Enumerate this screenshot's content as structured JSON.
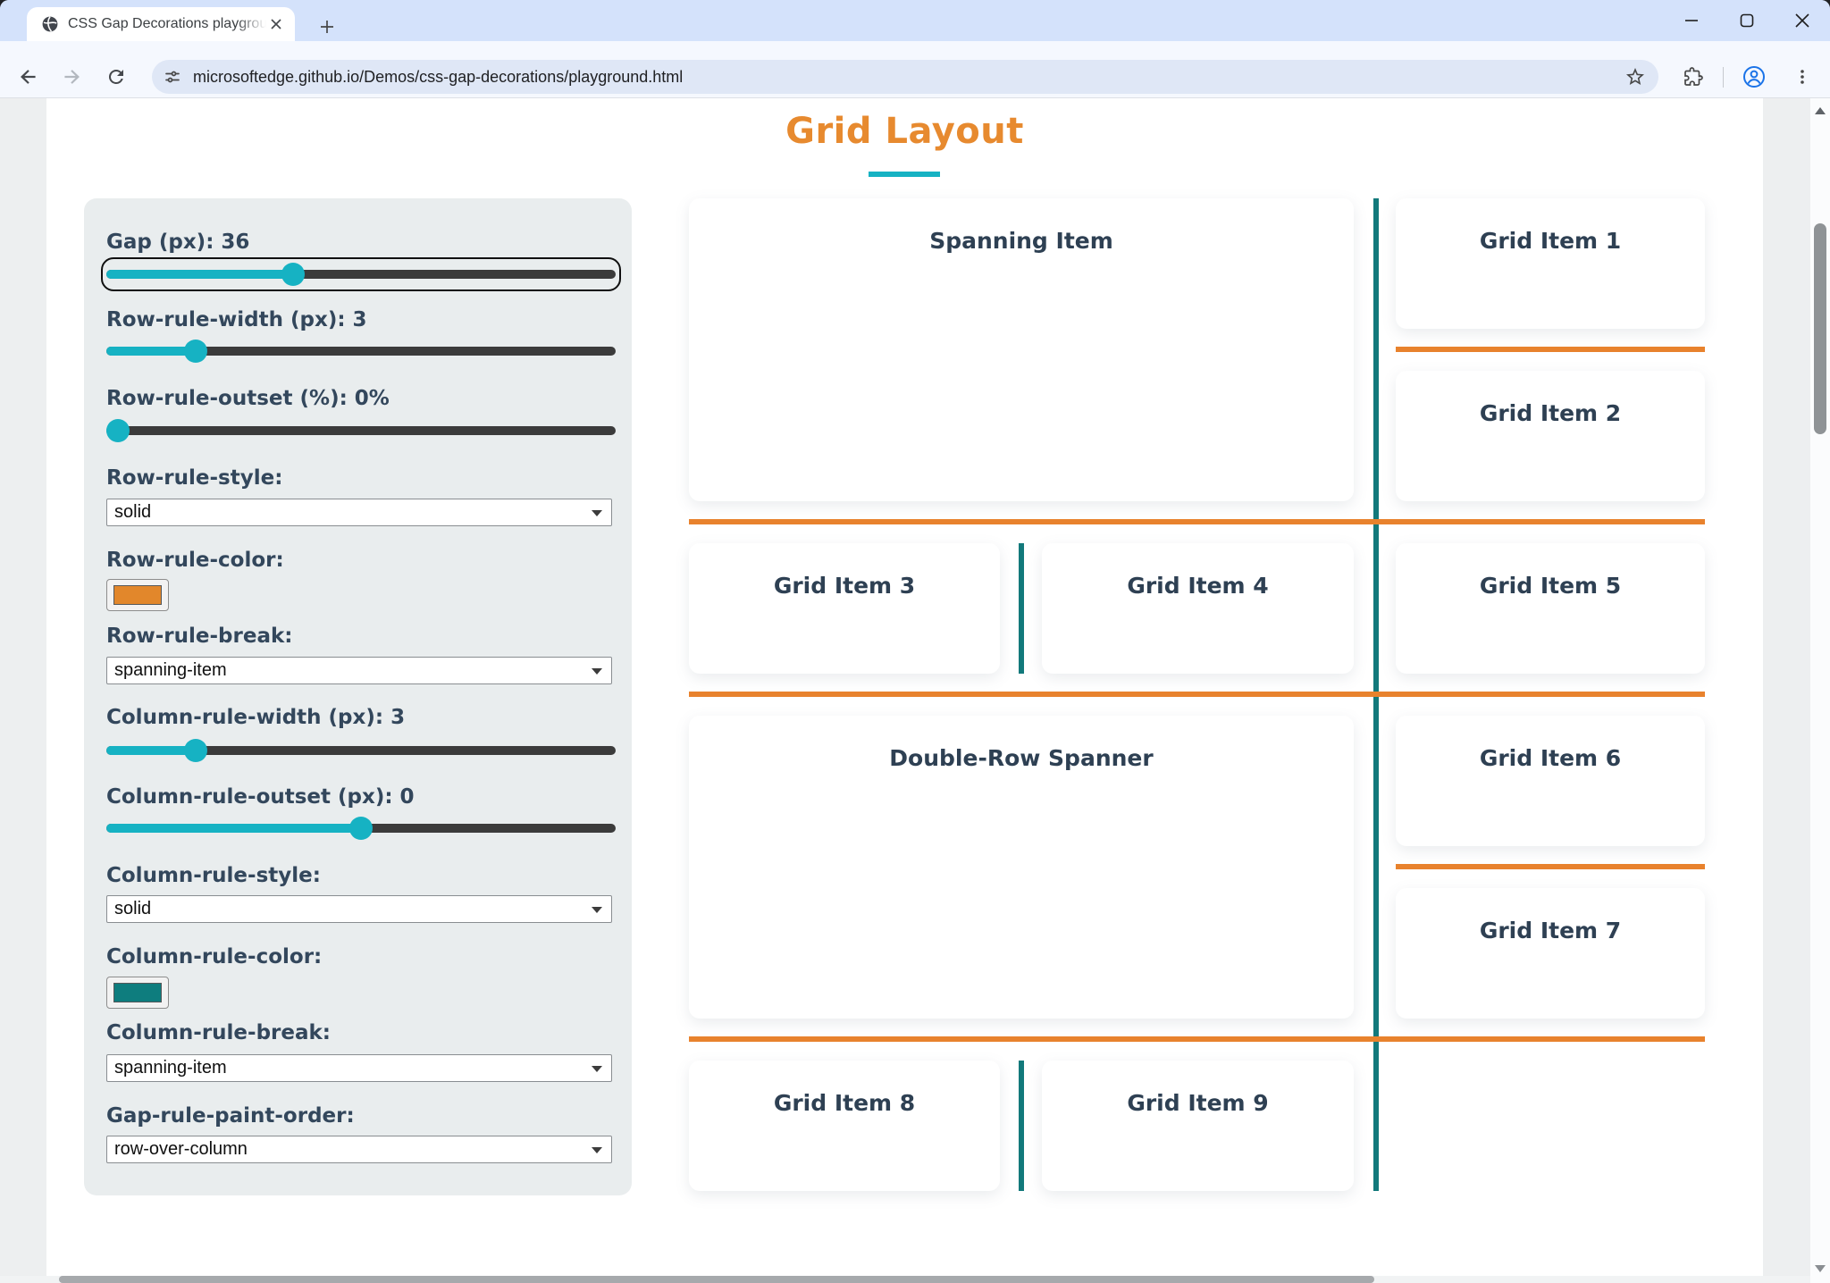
{
  "browser": {
    "tab_title": "CSS Gap Decorations playgroun",
    "url": "microsoftedge.github.io/Demos/css-gap-decorations/playground.html"
  },
  "colors": {
    "accent_orange": "#E78A2F",
    "rule_orange": "#E8822D",
    "rule_teal": "#12797B",
    "slider_teal": "#16B2C3",
    "swatch_orange": "#E2872B",
    "swatch_teal": "#0E7D7E"
  },
  "page": {
    "title": "Grid Layout",
    "controls": {
      "gap": {
        "label": "Gap (px): 36",
        "percent": 36
      },
      "row_rule_width": {
        "label": "Row-rule-width (px): 3",
        "percent": 16
      },
      "row_rule_outset": {
        "label": "Row-rule-outset (%): 0%",
        "percent": 0
      },
      "row_rule_style": {
        "label": "Row-rule-style:",
        "value": "solid"
      },
      "row_rule_color": {
        "label": "Row-rule-color:",
        "value": "#E2872B"
      },
      "row_rule_break": {
        "label": "Row-rule-break:",
        "value": "spanning-item"
      },
      "column_rule_width": {
        "label": "Column-rule-width (px): 3",
        "percent": 16
      },
      "column_rule_outset": {
        "label": "Column-rule-outset (px): 0",
        "percent": 50
      },
      "column_rule_style": {
        "label": "Column-rule-style:",
        "value": "solid"
      },
      "column_rule_color": {
        "label": "Column-rule-color:",
        "value": "#0E7D7E"
      },
      "column_rule_break": {
        "label": "Column-rule-break:",
        "value": "spanning-item"
      },
      "gap_rule_paint_order": {
        "label": "Gap-rule-paint-order:",
        "value": "row-over-column"
      }
    },
    "grid": {
      "items": [
        {
          "label": "Spanning Item"
        },
        {
          "label": "Grid Item 1"
        },
        {
          "label": "Grid Item 2"
        },
        {
          "label": "Grid Item 3"
        },
        {
          "label": "Grid Item 4"
        },
        {
          "label": "Grid Item 5"
        },
        {
          "label": "Double-Row Spanner"
        },
        {
          "label": "Grid Item 6"
        },
        {
          "label": "Grid Item 7"
        },
        {
          "label": "Grid Item 8"
        },
        {
          "label": "Grid Item 9"
        }
      ]
    }
  }
}
